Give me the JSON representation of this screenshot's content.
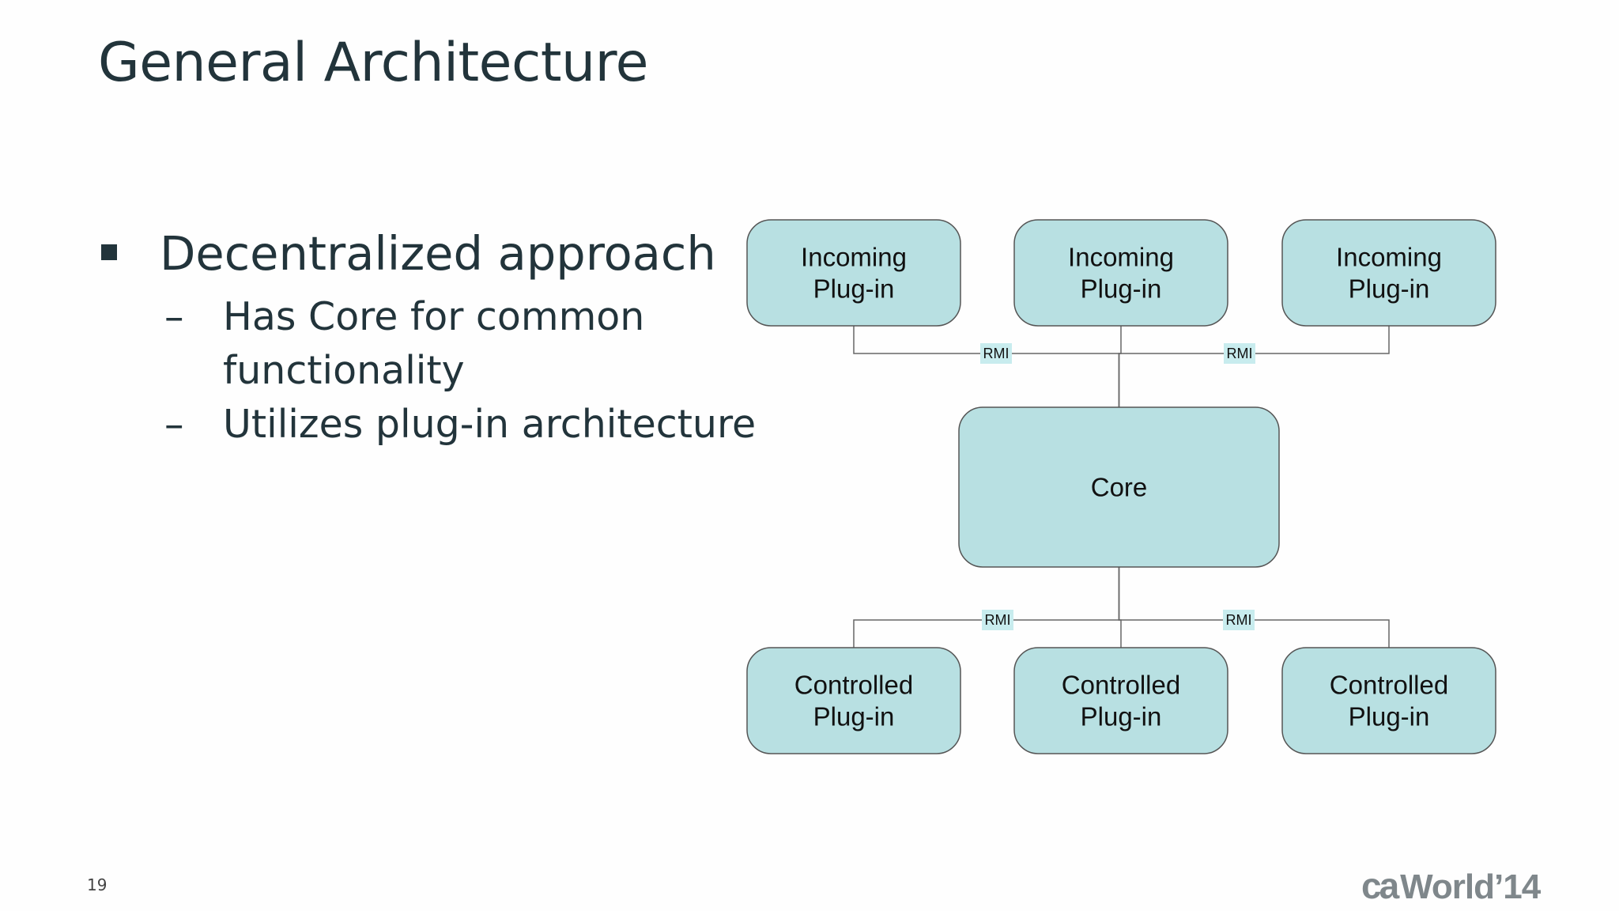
{
  "slide": {
    "title": "General Architecture",
    "page_number": "19",
    "logo": {
      "ca": "ca",
      "world": "World’14"
    }
  },
  "bullets": [
    {
      "level": 1,
      "marker": "square-bullet",
      "text": "Decentralized approach"
    },
    {
      "level": 2,
      "marker": "–",
      "text": "Has Core for common functionality"
    },
    {
      "level": 2,
      "marker": "–",
      "text": "Utilizes plug-in architecture"
    }
  ],
  "diagram": {
    "colors": {
      "node_fill": "#b8e0e2",
      "node_stroke": "#555555",
      "line": "#666666",
      "rmi_fill": "#c8ecee"
    },
    "nodes": [
      {
        "id": "incoming-1",
        "lines": [
          "Incoming",
          "Plug-in"
        ]
      },
      {
        "id": "incoming-2",
        "lines": [
          "Incoming",
          "Plug-in"
        ]
      },
      {
        "id": "incoming-3",
        "lines": [
          "Incoming",
          "Plug-in"
        ]
      },
      {
        "id": "core",
        "lines": [
          "Core"
        ]
      },
      {
        "id": "controlled-1",
        "lines": [
          "Controlled",
          "Plug-in"
        ]
      },
      {
        "id": "controlled-2",
        "lines": [
          "Controlled",
          "Plug-in"
        ]
      },
      {
        "id": "controlled-3",
        "lines": [
          "Controlled",
          "Plug-in"
        ]
      }
    ],
    "edges": [
      {
        "from": "incoming-1",
        "to": "core",
        "label": "RMI"
      },
      {
        "from": "incoming-2",
        "to": "core",
        "label": ""
      },
      {
        "from": "incoming-3",
        "to": "core",
        "label": "RMI"
      },
      {
        "from": "core",
        "to": "controlled-1",
        "label": "RMI"
      },
      {
        "from": "core",
        "to": "controlled-2",
        "label": ""
      },
      {
        "from": "core",
        "to": "controlled-3",
        "label": "RMI"
      }
    ]
  }
}
